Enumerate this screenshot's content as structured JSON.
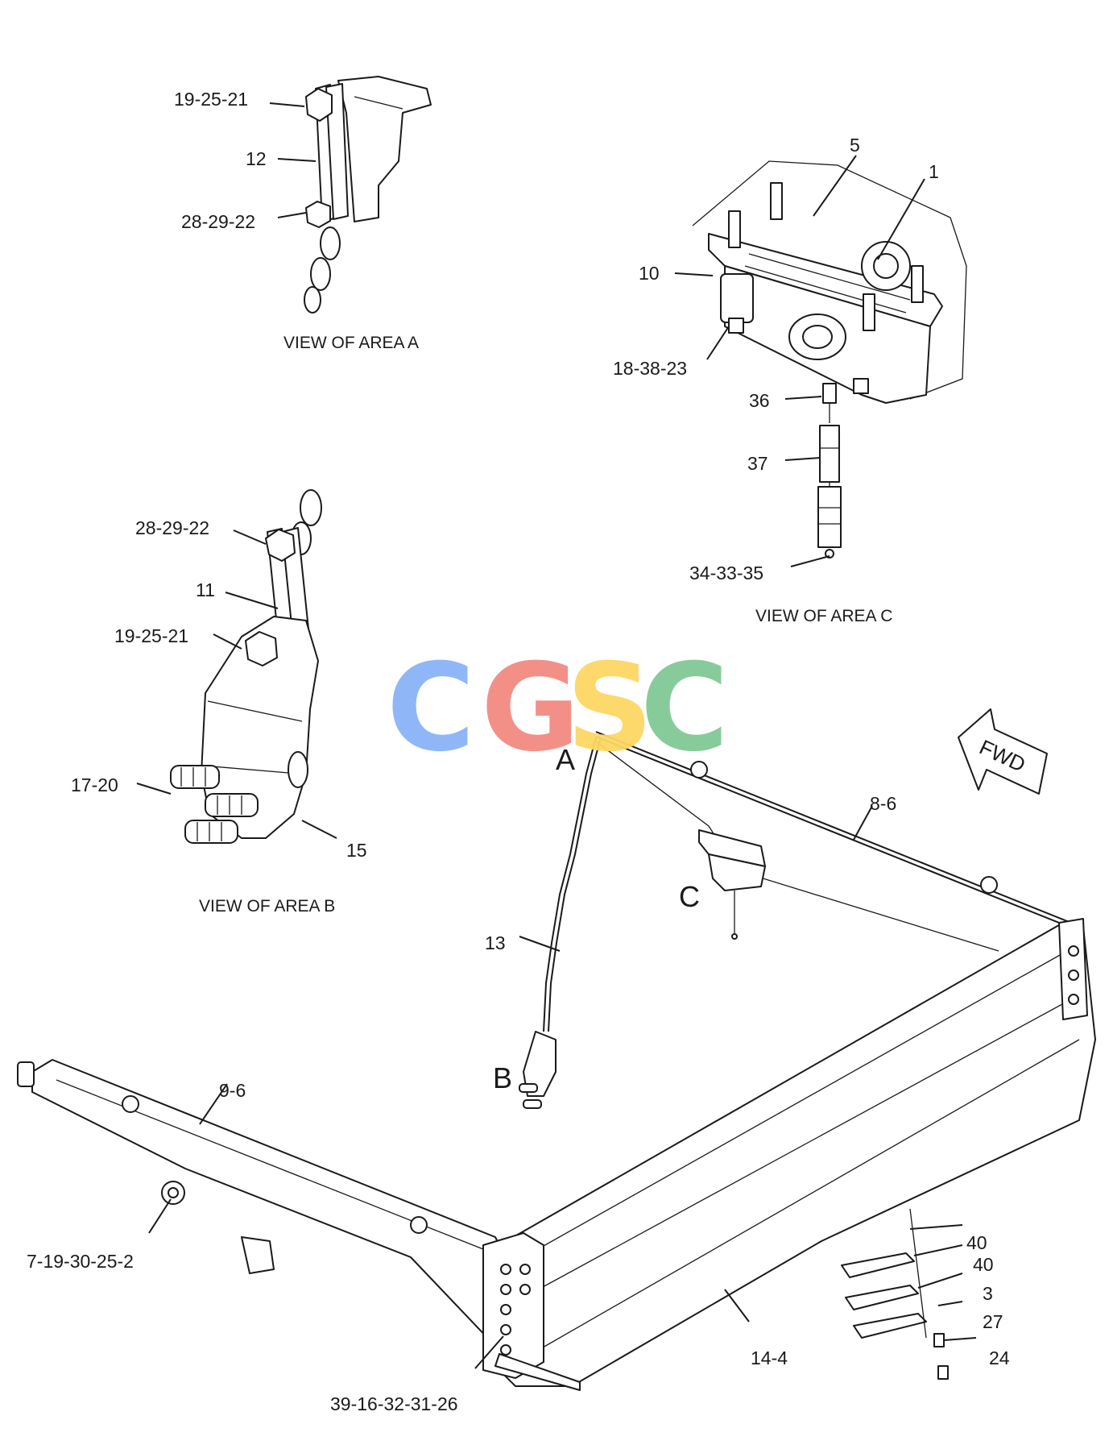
{
  "labels": {
    "a_19_25_21": "19-25-21",
    "a_12": "12",
    "a_28_29_22": "28-29-22",
    "c_5": "5",
    "c_1": "1",
    "c_10": "10",
    "c_18_38_23": "18-38-23",
    "c_36": "36",
    "c_37": "37",
    "c_34_33_35": "34-33-35",
    "b_28_29_22": "28-29-22",
    "b_11": "11",
    "b_19_25_21": "19-25-21",
    "b_17_20": "17-20",
    "b_15": "15",
    "m_8_6": "8-6",
    "m_13": "13",
    "m_9_6": "9-6",
    "m_7_19_30_25_2": "7-19-30-25-2",
    "m_40a": "40",
    "m_40b": "40",
    "m_3": "3",
    "m_27": "27",
    "m_14_4": "14-4",
    "m_24": "24",
    "m_39_16_32_31_26": "39-16-32-31-26"
  },
  "view_titles": {
    "area_a": "VIEW OF AREA A",
    "area_b": "VIEW OF AREA B",
    "area_c": "VIEW OF AREA C"
  },
  "area_markers": {
    "a": "A",
    "b": "B",
    "c": "C"
  },
  "direction": {
    "fwd": "FWD"
  },
  "watermark": {
    "letters": [
      "C",
      "G",
      "S",
      "C"
    ],
    "colors": [
      "#8ab4f8",
      "#f28b82",
      "#fdd663",
      "#81c995"
    ]
  }
}
